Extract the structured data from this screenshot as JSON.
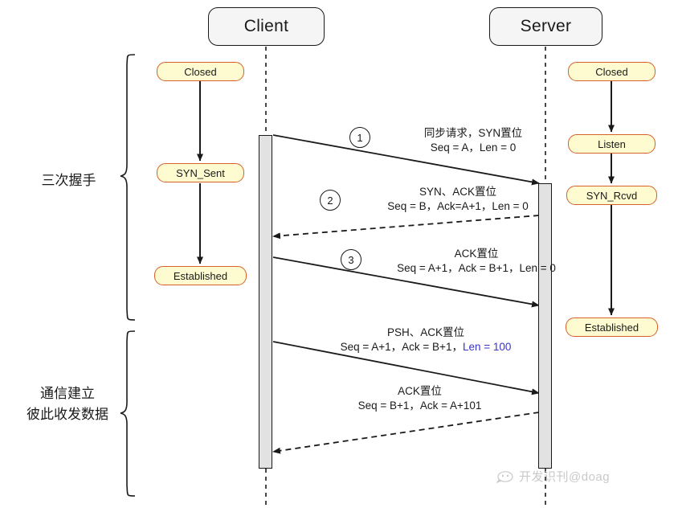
{
  "participants": {
    "client": {
      "label": "Client"
    },
    "server": {
      "label": "Server"
    }
  },
  "client_states": [
    {
      "label": "Closed"
    },
    {
      "label": "SYN_Sent"
    },
    {
      "label": "Established"
    }
  ],
  "server_states": [
    {
      "label": "Closed"
    },
    {
      "label": "Listen"
    },
    {
      "label": "SYN_Rcvd"
    },
    {
      "label": "Established"
    }
  ],
  "messages": [
    {
      "step": "1",
      "line1": "同步请求，SYN置位",
      "line2": "Seq = A，Len = 0",
      "direction": "client-to-server",
      "style": "solid"
    },
    {
      "step": "2",
      "line1": "SYN、ACK置位",
      "line2": "Seq = B，Ack=A+1，Len = 0",
      "direction": "server-to-client",
      "style": "dashed"
    },
    {
      "step": "3",
      "line1": "ACK置位",
      "line2": "Seq = A+1，Ack = B+1，Len = 0",
      "direction": "client-to-server",
      "style": "solid"
    },
    {
      "step": "",
      "line1": "PSH、ACK置位",
      "line2_pre": "Seq = A+1，Ack = B+1，",
      "line2_hl": "Len = 100",
      "direction": "client-to-server",
      "style": "solid"
    },
    {
      "step": "",
      "line1": "ACK置位",
      "line2": "Seq = B+1，Ack = A+101",
      "direction": "server-to-client",
      "style": "dashed"
    }
  ],
  "groups": [
    {
      "line1": "三次握手",
      "line2": ""
    },
    {
      "line1": "通信建立",
      "line2": "彼此收发数据"
    }
  ],
  "watermark": {
    "text": "开发识刊@doag"
  },
  "colors": {
    "state_fill": "#fdfbcf",
    "state_border": "#d6602a",
    "participant_fill": "#f5f5f5",
    "activation_fill": "#e2e2e2",
    "stroke": "#1a1a1a",
    "highlight": "#3a34c4",
    "watermark": "#c9c9c9"
  }
}
